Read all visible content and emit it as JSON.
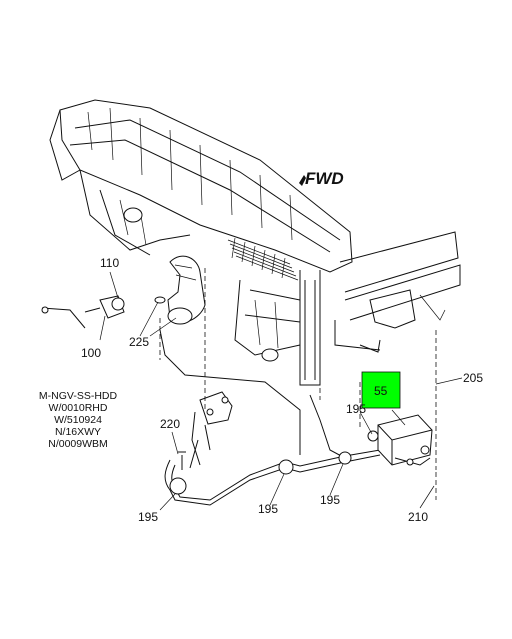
{
  "orientation": {
    "fwd_label": "FWD"
  },
  "callouts": {
    "c110": "110",
    "c100": "100",
    "c225": "225",
    "c220": "220",
    "c195_left": "195",
    "c195_mid": "195",
    "c195_right_top": "195",
    "c195_right_bottom": "195",
    "c55": "55",
    "c205": "205",
    "c210": "210"
  },
  "highlight": {
    "color": "#00ff00",
    "part": "55"
  },
  "model_note": {
    "line1": "M-NGV-SS-HDD",
    "line2": "W/0010RHD",
    "line3": "W/510924",
    "line4": "N/16XWY",
    "line5": "N/0009WBM"
  }
}
